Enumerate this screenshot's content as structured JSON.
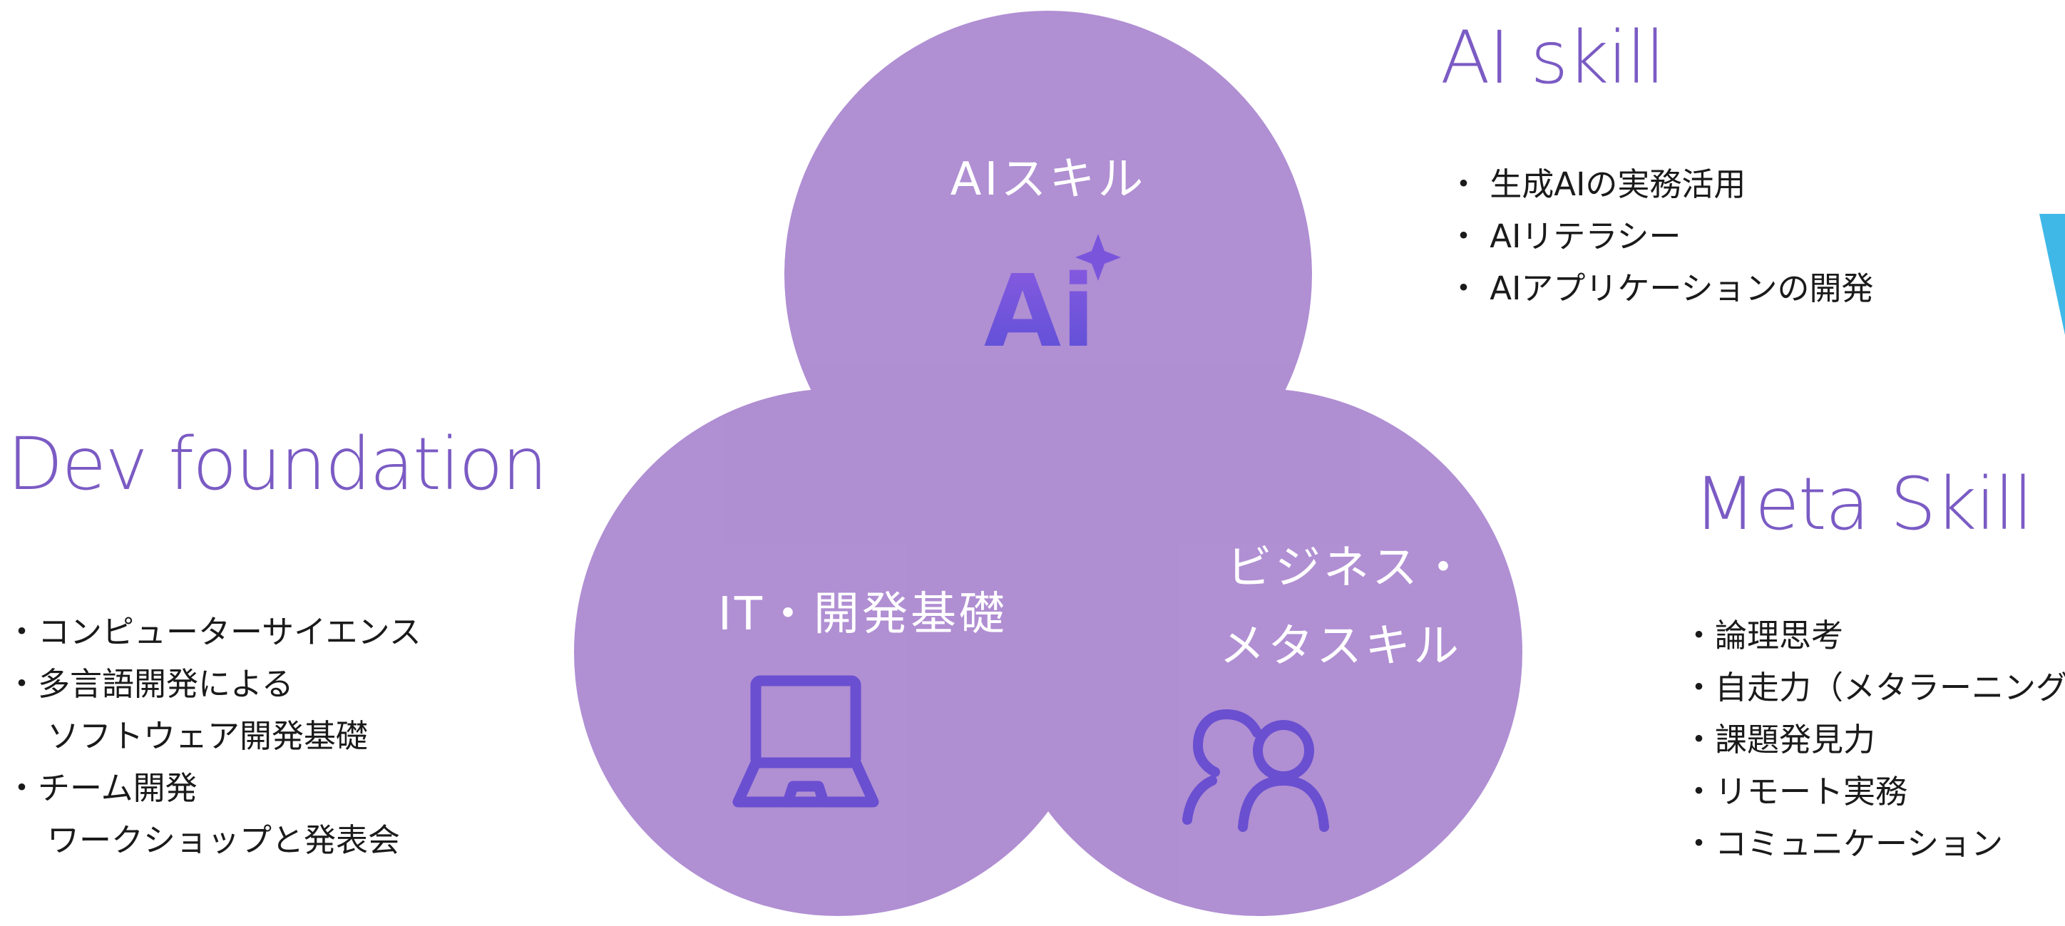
{
  "colors": {
    "circle_fill": "#9a6fc6",
    "heading": "#7b5bc4",
    "icon_stroke": "#6a4fd0",
    "text": "#1a1a1a",
    "label": "#ffffff",
    "accent": "#3fb8e8"
  },
  "ai_skill": {
    "heading": "AI skill",
    "circle_label": "AIスキル",
    "icon_text": "Ai",
    "icon": "ai-sparkle-icon",
    "bullets": [
      "・ 生成AIの実務活用",
      "・ AIリテラシー",
      "・ AIアプリケーションの開発"
    ]
  },
  "dev_foundation": {
    "heading": "Dev foundation",
    "circle_label": "IT・開発基礎",
    "icon": "laptop-icon",
    "bullets": [
      "・コンピューターサイエンス",
      "・多言語開発による",
      "ソフトウェア開発基礎",
      "・チーム開発",
      "ワークショップと発表会"
    ]
  },
  "meta_skill": {
    "heading": "Meta Skill",
    "circle_label_line1": "ビジネス・",
    "circle_label_line2": "メタスキル",
    "icon": "people-icon",
    "bullets": [
      "・論理思考",
      "・自走力（メタラーニング）",
      "・課題発見力",
      "・リモート実務",
      "・コミュニケーション"
    ]
  }
}
